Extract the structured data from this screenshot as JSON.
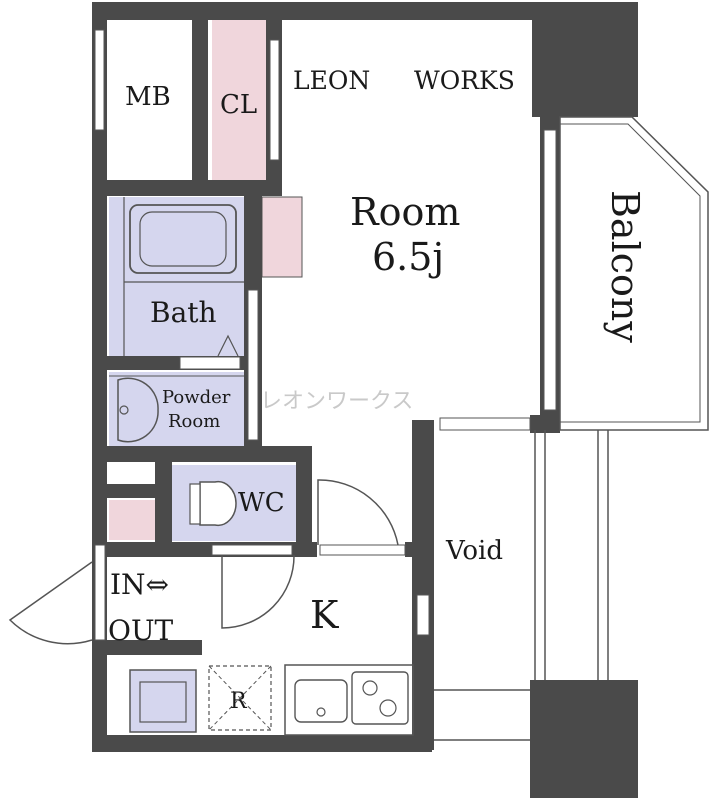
{
  "brand": {
    "name": "LEON",
    "tagline": "WORKS",
    "watermark": "レオンワークス"
  },
  "rooms": {
    "mb": "MB",
    "cl": "CL",
    "main_room_name": "Room",
    "main_room_size": "6.5j",
    "balcony": "Balcony",
    "bath": "Bath",
    "powder_line1": "Powder",
    "powder_line2": "Room",
    "wc": "WC",
    "void": "Void",
    "kitchen": "K",
    "entrance_line1": "IN⇔",
    "entrance_line2": "OUT",
    "fridge": "R"
  },
  "colors": {
    "wall": "#4a4a4a",
    "wet_area": "#d5d6ee",
    "storage": "#f0d6dc",
    "watermark": "#c9c9c9",
    "line": "#555555"
  }
}
